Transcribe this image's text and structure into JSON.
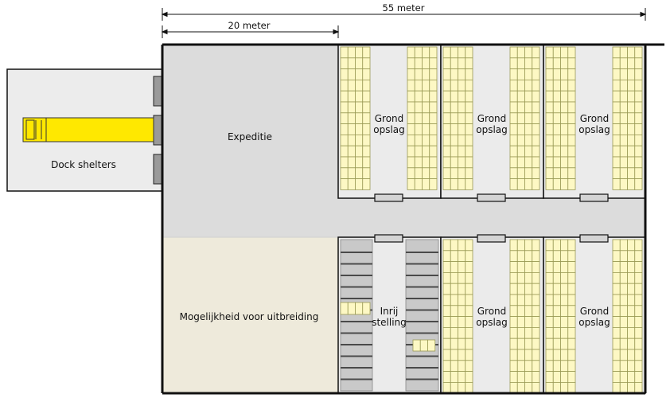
{
  "dimensions": {
    "overall_width": "55 meter",
    "expedition_depth": "20 meter"
  },
  "areas": {
    "dock": "Dock shelters",
    "expedition": "Expeditie",
    "expansion": "Mogelijkheid voor uitbreiding"
  },
  "zones": {
    "top_left": [
      "Grond",
      "opslag"
    ],
    "top_middle": [
      "Grond",
      "opslag"
    ],
    "top_right": [
      "Grond",
      "opslag"
    ],
    "bottom_left": [
      "Inrij",
      "stelling"
    ],
    "bottom_middle": [
      "Grond",
      "opslag"
    ],
    "bottom_right": [
      "Grond",
      "opslag"
    ]
  },
  "colors": {
    "outline": "#111111",
    "building_gray": "#dcdcdc",
    "dock_gray": "#ececec",
    "aisle": "#ebebeb",
    "expansion": "#eeeadb",
    "pallet_fill": "#fdf8c4",
    "pallet_stroke": "#9a9a55",
    "truck_yellow": "#ffe800",
    "rack_gray": "#c9c9c9",
    "gate_gray": "#d4d4d4"
  }
}
